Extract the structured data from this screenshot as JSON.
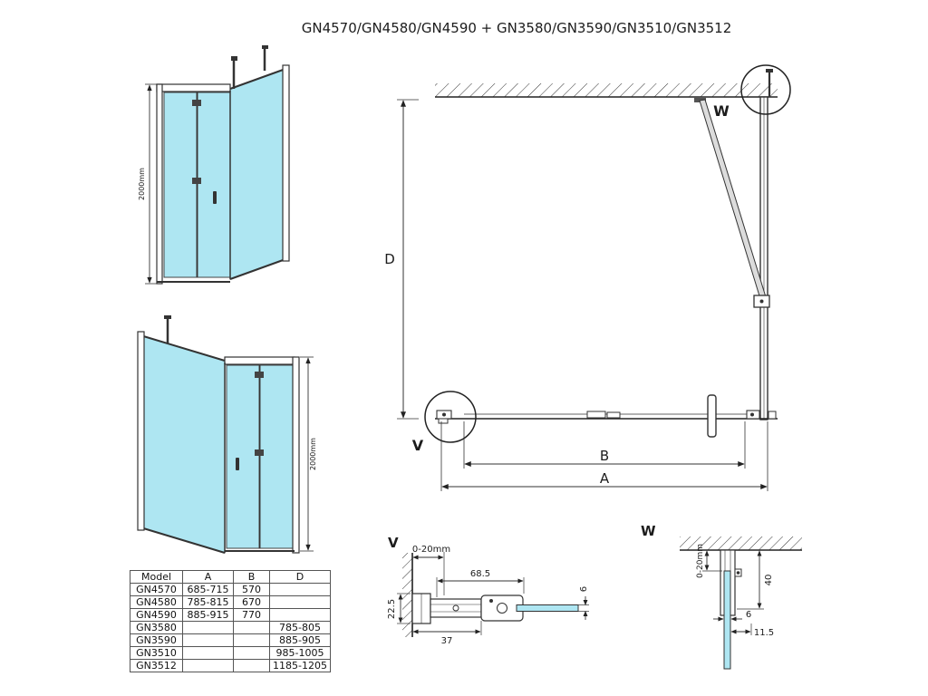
{
  "title": "GN4570/GN4580/GN4590 + GN3580/GN3590/GN3510/GN3512",
  "colors": {
    "glass": "#aee6f2",
    "line": "#333333"
  },
  "iso_top": {
    "height_dim": "2000mm"
  },
  "iso_bottom": {
    "height_dim": "2000mm"
  },
  "plan": {
    "dim_d": "D",
    "dim_b": "B",
    "dim_a": "A",
    "detail_v_ref": "V",
    "detail_w_ref": "W"
  },
  "detail_v": {
    "label": "V",
    "dim_gap": "0-20mm",
    "dim_width": "68.5",
    "dim_depth": "22.5",
    "dim_base": "37",
    "dim_glass": "6"
  },
  "detail_w": {
    "label": "W",
    "dim_gap": "0-20mm",
    "dim_length": "40",
    "dim_glass": "6",
    "dim_offset": "11.5"
  },
  "table": {
    "headers": [
      "Model",
      "A",
      "B",
      "D"
    ],
    "rows": [
      [
        "GN4570",
        "685-715",
        "570",
        ""
      ],
      [
        "GN4580",
        "785-815",
        "670",
        ""
      ],
      [
        "GN4590",
        "885-915",
        "770",
        ""
      ],
      [
        "GN3580",
        "",
        "",
        "785-805"
      ],
      [
        "GN3590",
        "",
        "",
        "885-905"
      ],
      [
        "GN3510",
        "",
        "",
        "985-1005"
      ],
      [
        "GN3512",
        "",
        "",
        "1185-1205"
      ]
    ]
  }
}
